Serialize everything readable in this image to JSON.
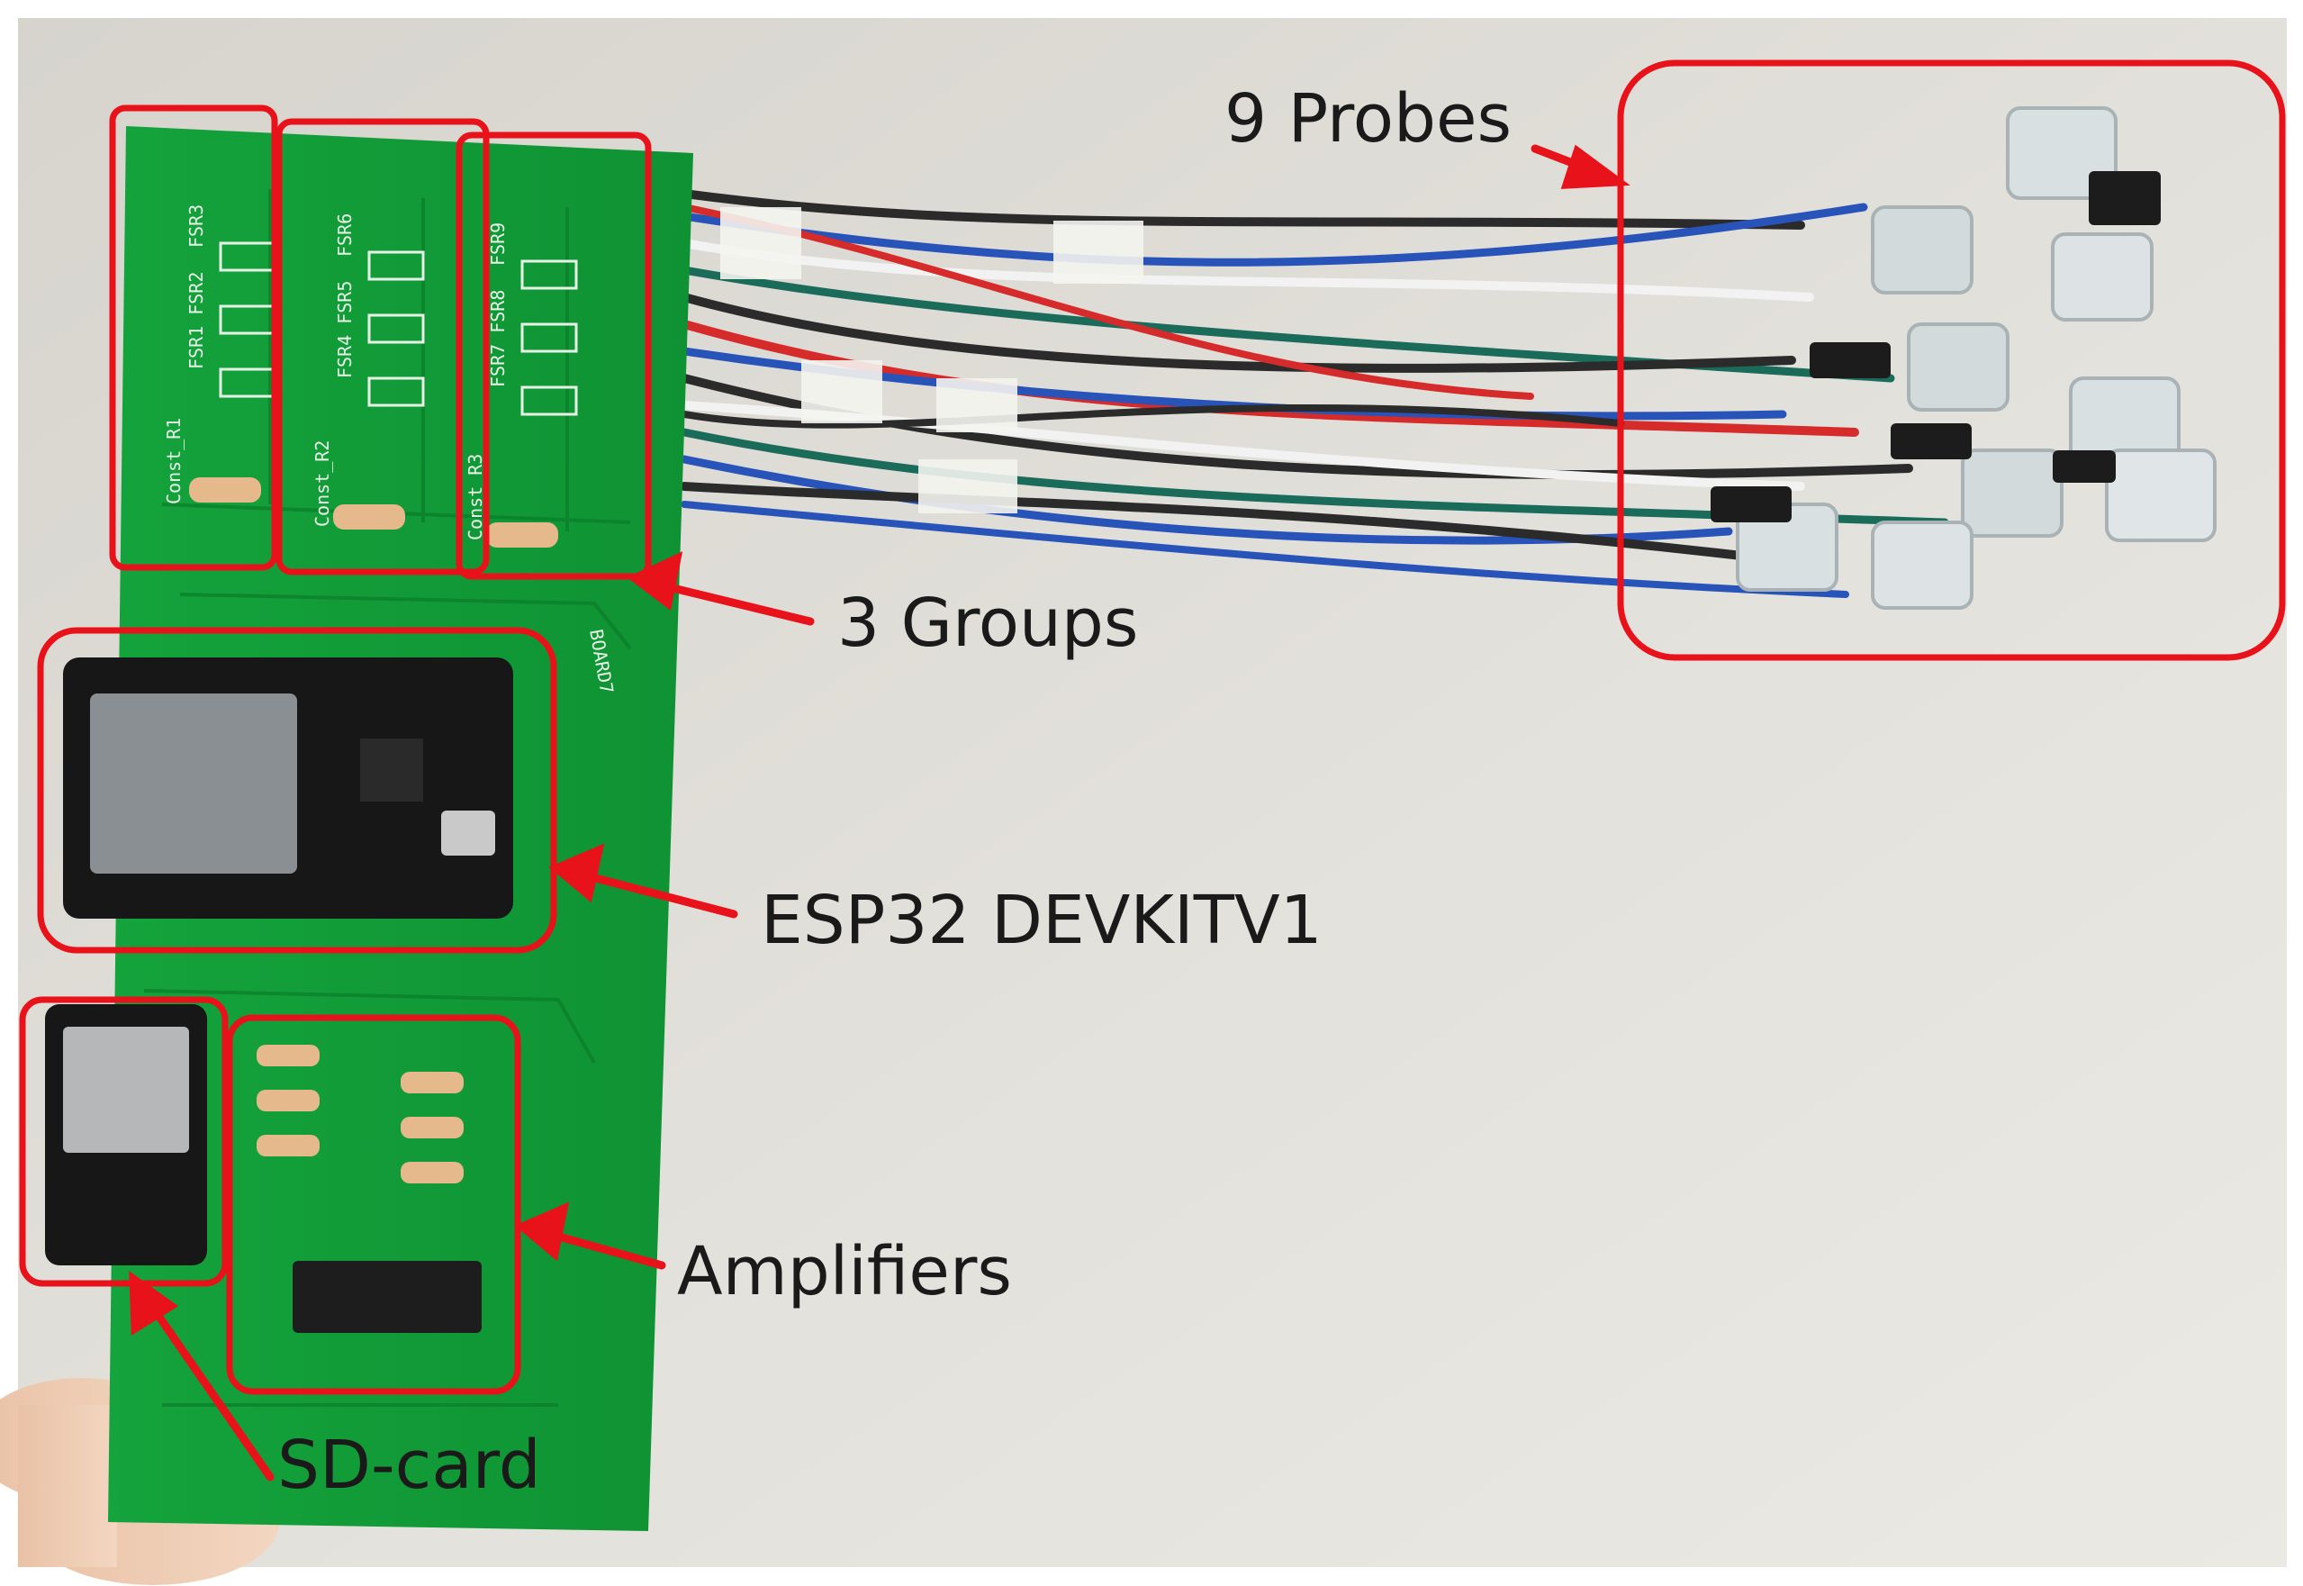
{
  "labels": {
    "probes": "9 Probes",
    "groups": "3 Groups",
    "esp32": "ESP32 DEVKITV1",
    "amplifiers": "Amplifiers",
    "sd_card": "SD-card"
  },
  "board_silkscreen": {
    "group1": [
      "FSR3",
      "FSR1 FSR2",
      "Const_R1"
    ],
    "group2": [
      "FSR6",
      "FSR4 FSR5",
      "Const_R2"
    ],
    "group3": [
      "FSR9",
      "FSR7 FSR8",
      "Const_R3"
    ],
    "board_id": "BOARD7"
  },
  "colors": {
    "annotation": "#e8121b",
    "pcb": "#12a03a",
    "wall": "#dcd9d2"
  }
}
